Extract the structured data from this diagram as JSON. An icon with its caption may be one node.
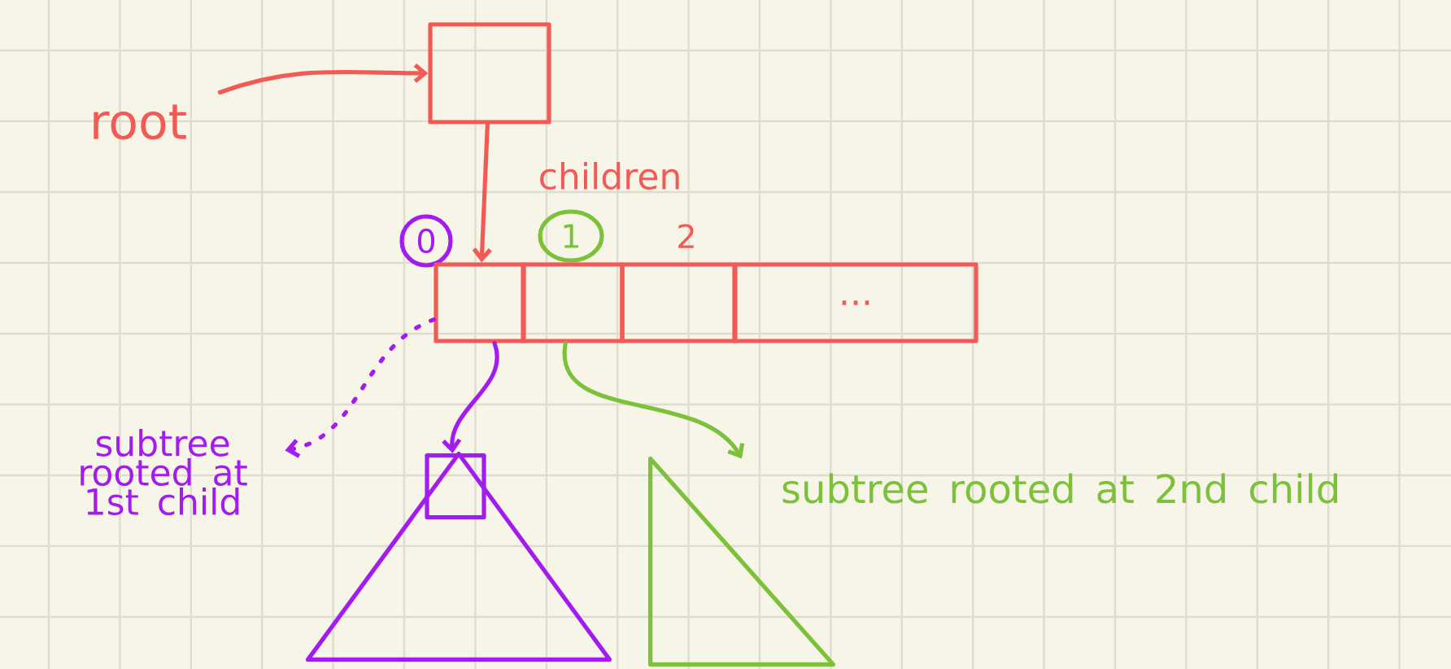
{
  "diagram": {
    "nodes": [
      {
        "text": [
          "root"
        ]
      },
      {
        "text": [],
        "shape": "box"
      },
      {
        "text": [
          "0"
        ]
      },
      {
        "text": [
          "1"
        ]
      },
      {
        "text": [],
        "shape": "box"
      },
      {
        "text": [],
        "shape": "box"
      },
      {
        "text": [],
        "shape": "box"
      },
      {
        "text": [
          "..."
        ]
      },
      {
        "text": [
          "subtree rooted at 1st child"
        ]
      },
      {
        "text": [],
        "shape": "triangle"
      },
      {
        "text": [],
        "shape": "box",
        "in": 9
      },
      {
        "text": [],
        "shape": "triangle",
        "beside": [
          "subtree rooted at 2nd child"
        ]
      }
    ],
    "edges": [
      {
        "from": 0,
        "to": 1,
        "arrow": "to",
        "color": "#f25a55"
      },
      {
        "from": 1,
        "to": 4,
        "arrow": "to",
        "color": "#f25a55"
      },
      {
        "from": 4,
        "to": 10,
        "arrow": "to",
        "color": "#a21cf0"
      },
      {
        "from": 4,
        "to": 8,
        "arrow": "to",
        "style": "dashed",
        "color": "#a21cf0"
      },
      {
        "from": 5,
        "to": 11,
        "arrow": "to",
        "color": "#7cc13a"
      }
    ],
    "labels": [
      "children",
      "2"
    ]
  }
}
